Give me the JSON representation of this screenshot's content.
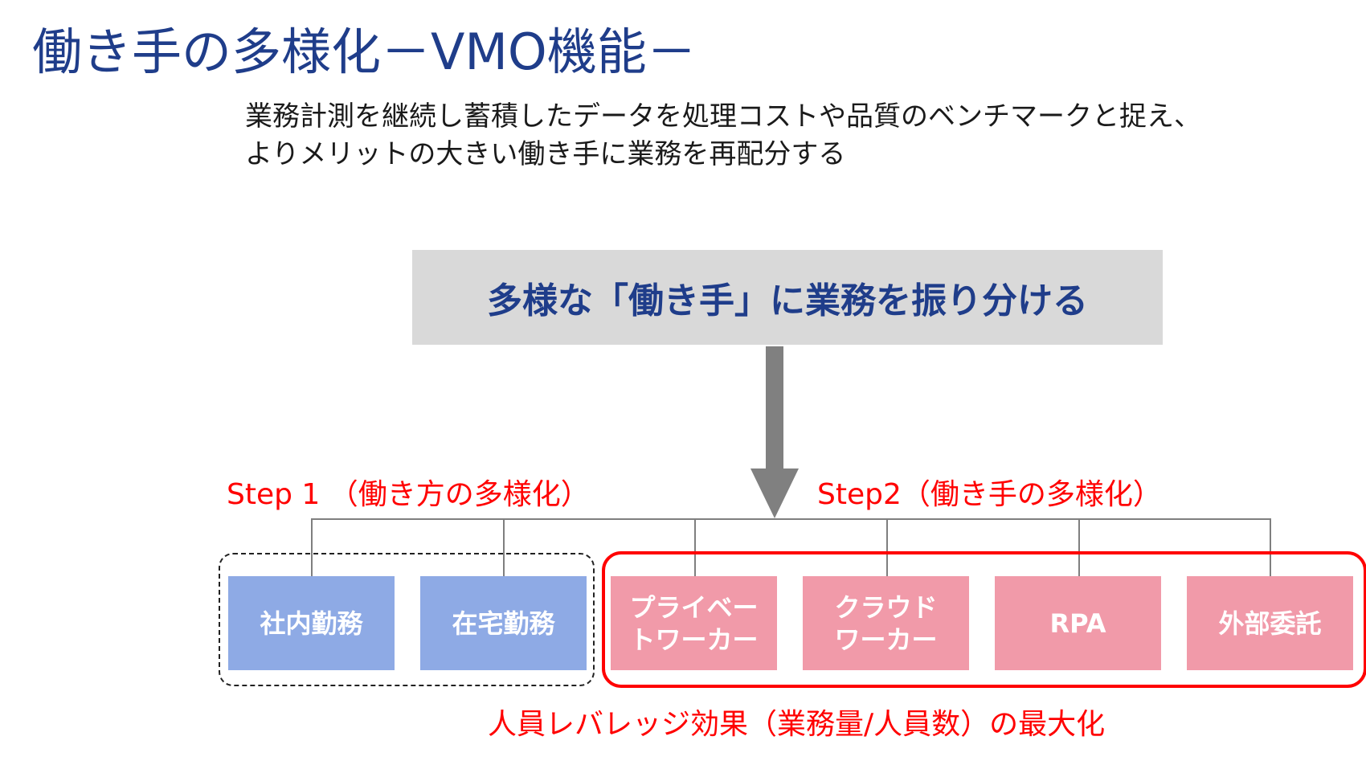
{
  "title": "働き手の多様化－VMO機能－",
  "subtitle": {
    "line1": "業務計測を継続し蓄積したデータを処理コストや品質のベンチマークと捉え、",
    "line2": "よりメリットの大きい働き手に業務を再配分する"
  },
  "hero": {
    "text": "多様な「働き手」に業務を振り分ける"
  },
  "steps": {
    "step1": "Step 1 （働き方の多様化）",
    "step2": "Step2（働き手の多様化）"
  },
  "nodes": [
    {
      "label": "社内勤務",
      "group": "step1"
    },
    {
      "label": "在宅勤務",
      "group": "step1"
    },
    {
      "label": "プライベー\nトワーカー",
      "group": "step2"
    },
    {
      "label": "クラウド\nワーカー",
      "group": "step2"
    },
    {
      "label": "RPA",
      "group": "step2"
    },
    {
      "label": "外部委託",
      "group": "step2"
    }
  ],
  "footer": "人員レバレッジ効果（業務量/人員数）の最大化",
  "colors": {
    "title": "#1f3d8a",
    "step1_node": "#8eaae5",
    "step2_node": "#f19aa9",
    "accent_red": "#ff0000",
    "hero_bg": "#d9d9d9",
    "arrow": "#808080"
  }
}
